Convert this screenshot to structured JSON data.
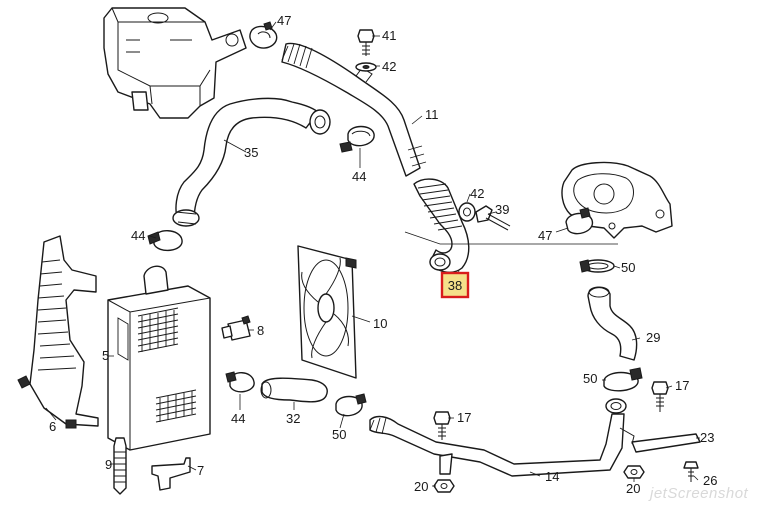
{
  "diagram": {
    "callouts": [
      {
        "id": "p47a",
        "text": "47"
      },
      {
        "id": "p41",
        "text": "41"
      },
      {
        "id": "p42a",
        "text": "42"
      },
      {
        "id": "p11",
        "text": "11"
      },
      {
        "id": "p35",
        "text": "35"
      },
      {
        "id": "p44a",
        "text": "44"
      },
      {
        "id": "p42b",
        "text": "42"
      },
      {
        "id": "p39",
        "text": "39"
      },
      {
        "id": "p47b",
        "text": "47"
      },
      {
        "id": "p50a",
        "text": "50"
      },
      {
        "id": "p44b",
        "text": "44"
      },
      {
        "id": "p38",
        "text": "38",
        "highlighted": true
      },
      {
        "id": "p10",
        "text": "10"
      },
      {
        "id": "p29",
        "text": "29"
      },
      {
        "id": "p8",
        "text": "8"
      },
      {
        "id": "p5",
        "text": "5"
      },
      {
        "id": "p50b",
        "text": "50"
      },
      {
        "id": "p17a",
        "text": "17"
      },
      {
        "id": "p44c",
        "text": "44"
      },
      {
        "id": "p32",
        "text": "32"
      },
      {
        "id": "p17b",
        "text": "17"
      },
      {
        "id": "p50c",
        "text": "50"
      },
      {
        "id": "p6",
        "text": "6"
      },
      {
        "id": "p23",
        "text": "23"
      },
      {
        "id": "p9",
        "text": "9"
      },
      {
        "id": "p7",
        "text": "7"
      },
      {
        "id": "p14",
        "text": "14"
      },
      {
        "id": "p20a",
        "text": "20"
      },
      {
        "id": "p20b",
        "text": "20"
      },
      {
        "id": "p26",
        "text": "26"
      }
    ],
    "watermark": "jetScreenshot",
    "colors": {
      "line": "#1a1a1a",
      "highlight_fill": "#f5e08a",
      "highlight_border": "#d81c1c",
      "watermark": "#d9d9d9"
    }
  }
}
